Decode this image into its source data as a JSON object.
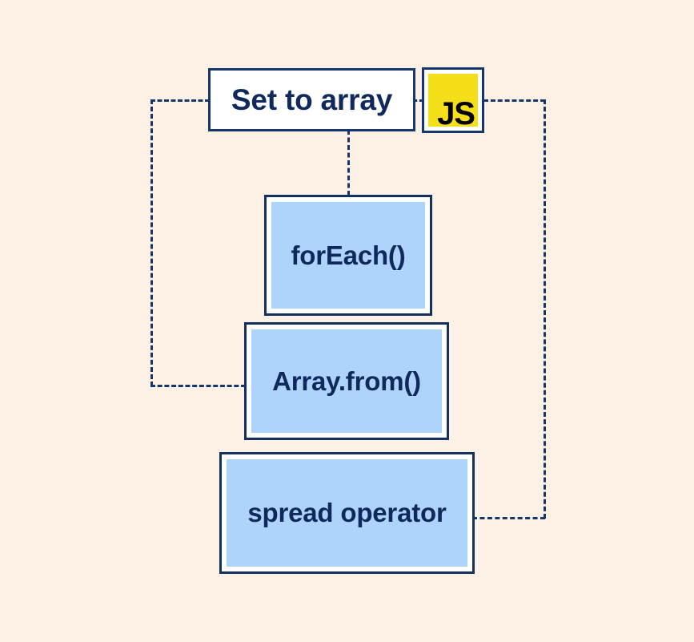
{
  "diagram": {
    "title": "Set to array",
    "background_color": "#fdf1e5",
    "accent_color": "#14386b",
    "box_fill_color": "#aed4fb",
    "logo": {
      "name": "javascript-logo",
      "text": "JS",
      "background_color": "#f5df19",
      "text_color": "#000000"
    },
    "nodes": [
      {
        "id": "root",
        "label": "Set to array"
      },
      {
        "id": "method1",
        "label": "forEach()"
      },
      {
        "id": "method2",
        "label": "Array.from()"
      },
      {
        "id": "method3",
        "label": "spread operator"
      }
    ]
  }
}
